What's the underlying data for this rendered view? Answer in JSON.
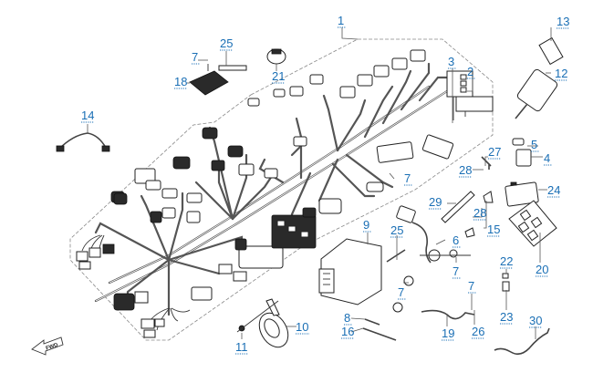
{
  "diagram": {
    "title": "Wire Harness Assembly — Exploded Parts View",
    "direction_indicator": {
      "label": "FWD",
      "icon": "forward-arrow-icon"
    },
    "accent_color": "#1a6fb5",
    "callouts": [
      {
        "id": "c1",
        "label": "1",
        "part": "main-wire-harness"
      },
      {
        "id": "c2",
        "label": "2",
        "part": "fuse"
      },
      {
        "id": "c3",
        "label": "3",
        "part": "fuse-box"
      },
      {
        "id": "c4",
        "label": "4",
        "part": "relay"
      },
      {
        "id": "c5",
        "label": "5",
        "part": "relay-cap"
      },
      {
        "id": "c6",
        "label": "6",
        "part": "speed-sensor"
      },
      {
        "id": "c7a",
        "label": "7",
        "part": "bolt"
      },
      {
        "id": "c7b",
        "label": "7",
        "part": "bolt"
      },
      {
        "id": "c7c",
        "label": "7",
        "part": "bolt"
      },
      {
        "id": "c7d",
        "label": "7",
        "part": "bolt"
      },
      {
        "id": "c7e",
        "label": "7",
        "part": "bolt"
      },
      {
        "id": "c8",
        "label": "8",
        "part": "screw"
      },
      {
        "id": "c9",
        "label": "9",
        "part": "ecu"
      },
      {
        "id": "c10",
        "label": "10",
        "part": "horn"
      },
      {
        "id": "c11",
        "label": "11",
        "part": "horn-nut"
      },
      {
        "id": "c12",
        "label": "12",
        "part": "remote-controller"
      },
      {
        "id": "c13",
        "label": "13",
        "part": "tag"
      },
      {
        "id": "c14",
        "label": "14",
        "part": "sub-harness"
      },
      {
        "id": "c15",
        "label": "15",
        "part": "bracket"
      },
      {
        "id": "c16",
        "label": "16",
        "part": "cable-tie"
      },
      {
        "id": "c18",
        "label": "18",
        "part": "regulator"
      },
      {
        "id": "c19",
        "label": "19",
        "part": "ground-wire"
      },
      {
        "id": "c20",
        "label": "20",
        "part": "label-sheet"
      },
      {
        "id": "c21",
        "label": "21",
        "part": "buzzer"
      },
      {
        "id": "c22",
        "label": "22",
        "part": "cap"
      },
      {
        "id": "c23",
        "label": "23",
        "part": "connector"
      },
      {
        "id": "c24",
        "label": "24",
        "part": "battery"
      },
      {
        "id": "c25a",
        "label": "25",
        "part": "strap"
      },
      {
        "id": "c25b",
        "label": "25",
        "part": "bolt-long"
      },
      {
        "id": "c26",
        "label": "26",
        "part": "clip"
      },
      {
        "id": "c27",
        "label": "27",
        "part": "terminal"
      },
      {
        "id": "c28a",
        "label": "28",
        "part": "screw-small"
      },
      {
        "id": "c28b",
        "label": "28",
        "part": "screw-small"
      },
      {
        "id": "c29",
        "label": "29",
        "part": "battery-strap"
      },
      {
        "id": "c30",
        "label": "30",
        "part": "battery-cable"
      }
    ]
  }
}
